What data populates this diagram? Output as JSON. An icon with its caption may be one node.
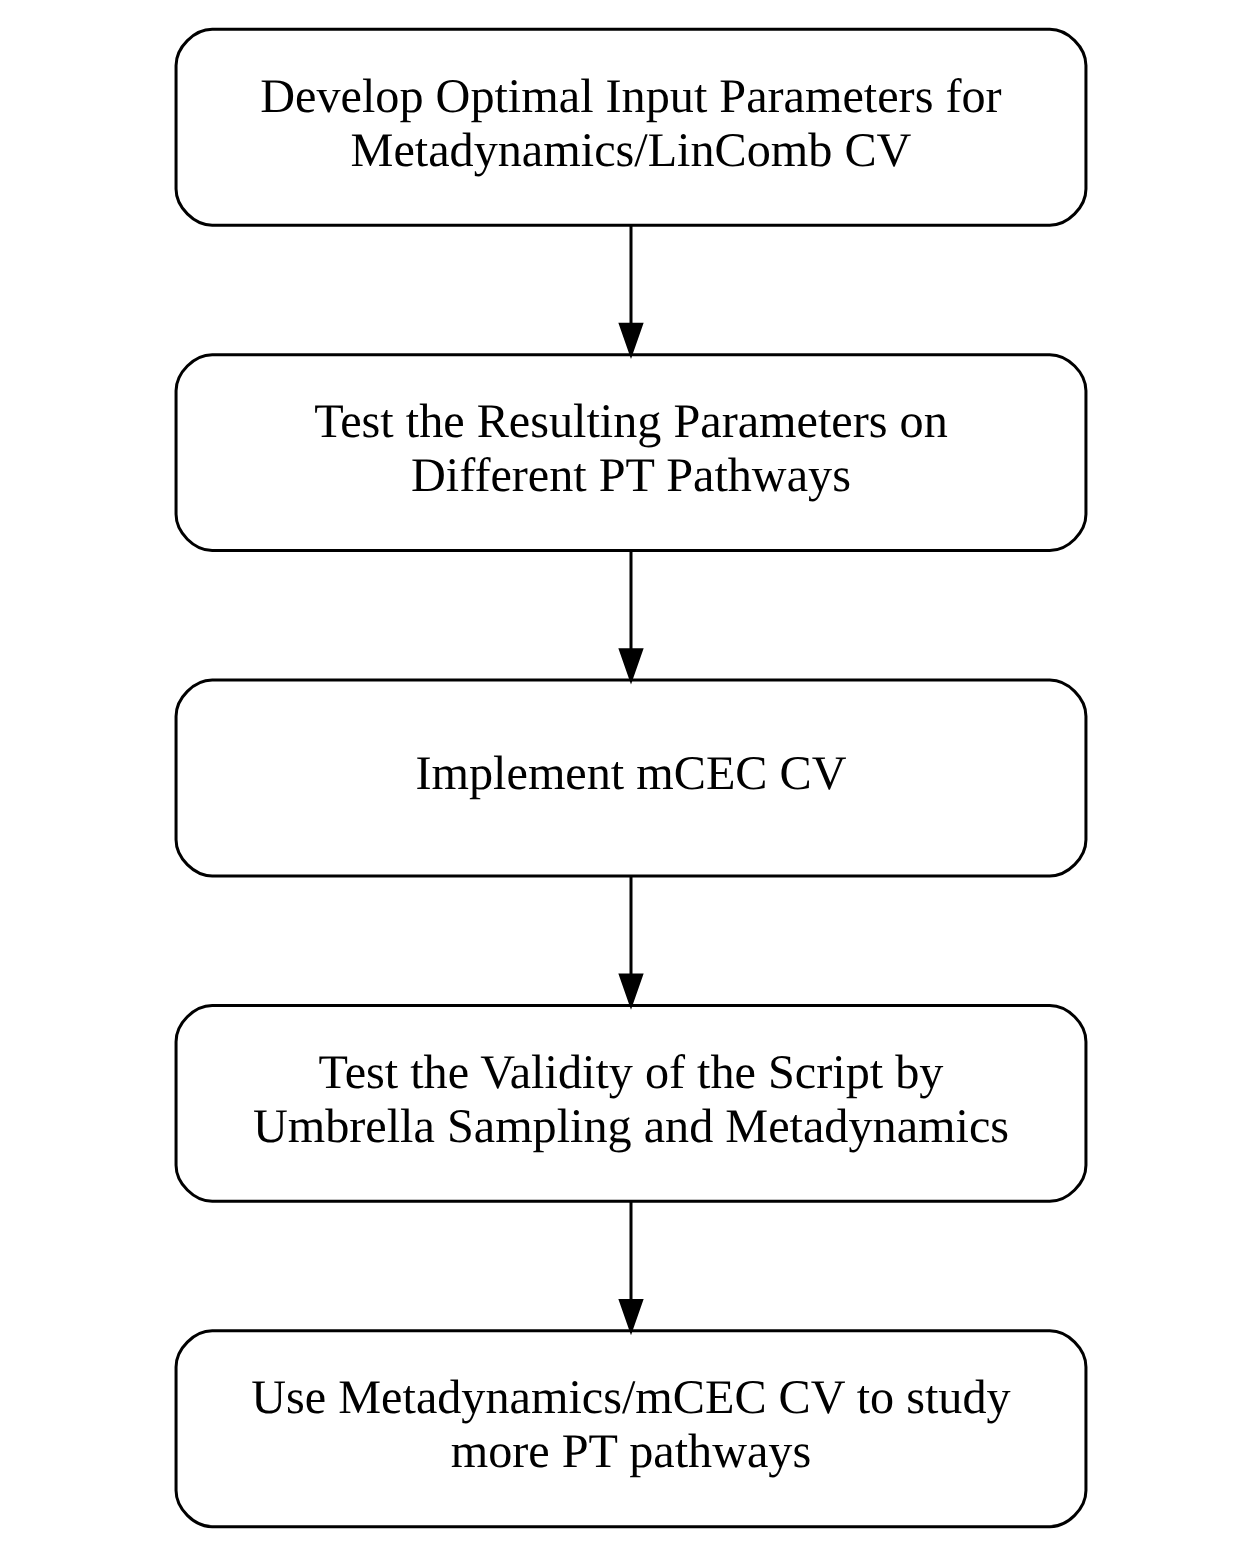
{
  "diagram": {
    "nodes": [
      {
        "text": [
          "Develop Optimal Input Parameters for Metadynamics/LinComb CV"
        ]
      },
      {
        "text": [
          "Test the Resulting Parameters on Different PT Pathways"
        ]
      },
      {
        "text": [
          "Implement mCEC CV"
        ]
      },
      {
        "text": [
          "Test the Validity of the Script by Umbrella Sampling and Metadynamics"
        ]
      },
      {
        "text": [
          "Use Metadynamics/mCEC CV to study more PT pathways"
        ]
      }
    ],
    "edges": [
      {
        "from": 0,
        "to": 1,
        "arrow": "to"
      },
      {
        "from": 1,
        "to": 2,
        "arrow": "to"
      },
      {
        "from": 2,
        "to": 3,
        "arrow": "to"
      },
      {
        "from": 3,
        "to": 4,
        "arrow": "to"
      }
    ]
  }
}
